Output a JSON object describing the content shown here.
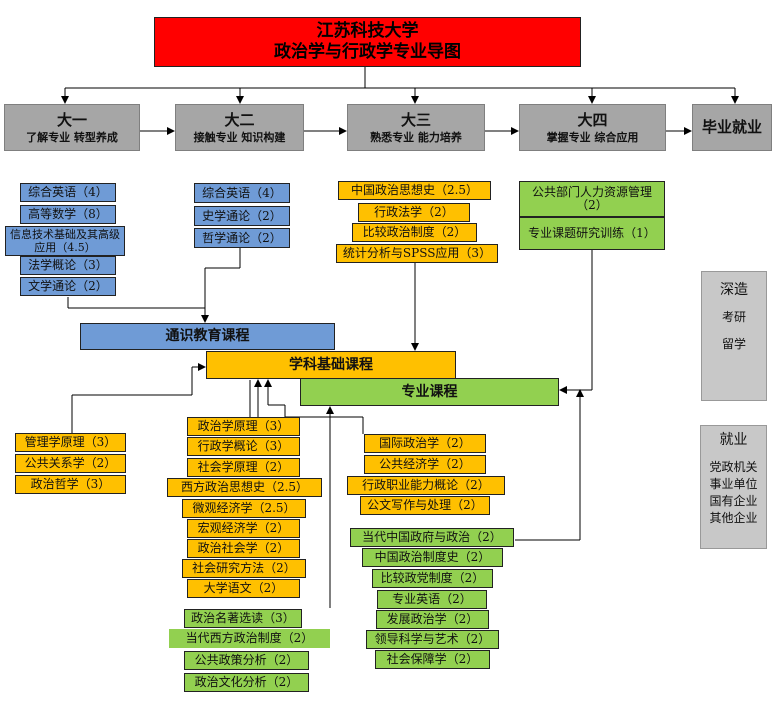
{
  "title": {
    "line1": "江苏科技大学",
    "line2": "政治学与行政学专业导图"
  },
  "years": [
    {
      "name": "大一",
      "desc": "了解专业 转型养成"
    },
    {
      "name": "大二",
      "desc": "接触专业 知识构建"
    },
    {
      "name": "大三",
      "desc": "熟悉专业 能力培养"
    },
    {
      "name": "大四",
      "desc": "掌握专业 综合应用"
    },
    {
      "name": "毕业就业",
      "desc": ""
    }
  ],
  "year1_courses": [
    "综合英语（4）",
    "高等数学（8）",
    "信息技术基础及其高级应用（4.5）",
    "法学概论（3）",
    "文学通论（2）"
  ],
  "year2_courses": [
    "综合英语（4）",
    "史学通论（2）",
    "哲学通论（2）"
  ],
  "year3_courses": [
    "中国政治思想史（2.5）",
    "行政法学（2）",
    "比较政治制度（2）",
    "统计分析与SPSS应用（3）"
  ],
  "year4_courses": [
    "公共部门人力资源管理（2）",
    "专业课题研究训练（1）"
  ],
  "categories": {
    "general": "通识教育课程",
    "foundation": "学科基础课程",
    "major": "专业课程"
  },
  "foundation_left": [
    "管理学原理（3）",
    "公共关系学（2）",
    "政治哲学（3）"
  ],
  "foundation_mid": [
    "政治学原理（3）",
    "行政学概论（3）",
    "社会学原理（2）",
    "西方政治思想史（2.5）",
    "微观经济学（2.5）",
    "宏观经济学（2）",
    "政治社会学（2）",
    "社会研究方法（2）",
    "大学语文（2）"
  ],
  "foundation_right": [
    "国际政治学（2）",
    "公共经济学（2）",
    "行政职业能力概论（2）",
    "公文写作与处理（2）"
  ],
  "major_left": [
    "政治名著选读（3）",
    "当代西方政治制度（2）",
    "公共政策分析（2）",
    "政治文化分析（2）"
  ],
  "major_right": [
    "当代中国政府与政治（2）",
    "中国政治制度史（2）",
    "比较政党制度（2）",
    "专业英语（2）",
    "发展政治学（2）",
    "领导科学与艺术（2）",
    "社会保障学（2）"
  ],
  "outcome_study": {
    "title": "深造",
    "items": [
      "考研",
      "留学"
    ]
  },
  "outcome_job": {
    "title": "就业",
    "items": [
      "党政机关",
      "事业单位",
      "国有企业",
      "其他企业"
    ]
  },
  "colors": {
    "title": "#ff0000",
    "year": "#a6a6a6",
    "general": "#6f9bd6",
    "foundation": "#ffc000",
    "major": "#92d050"
  }
}
